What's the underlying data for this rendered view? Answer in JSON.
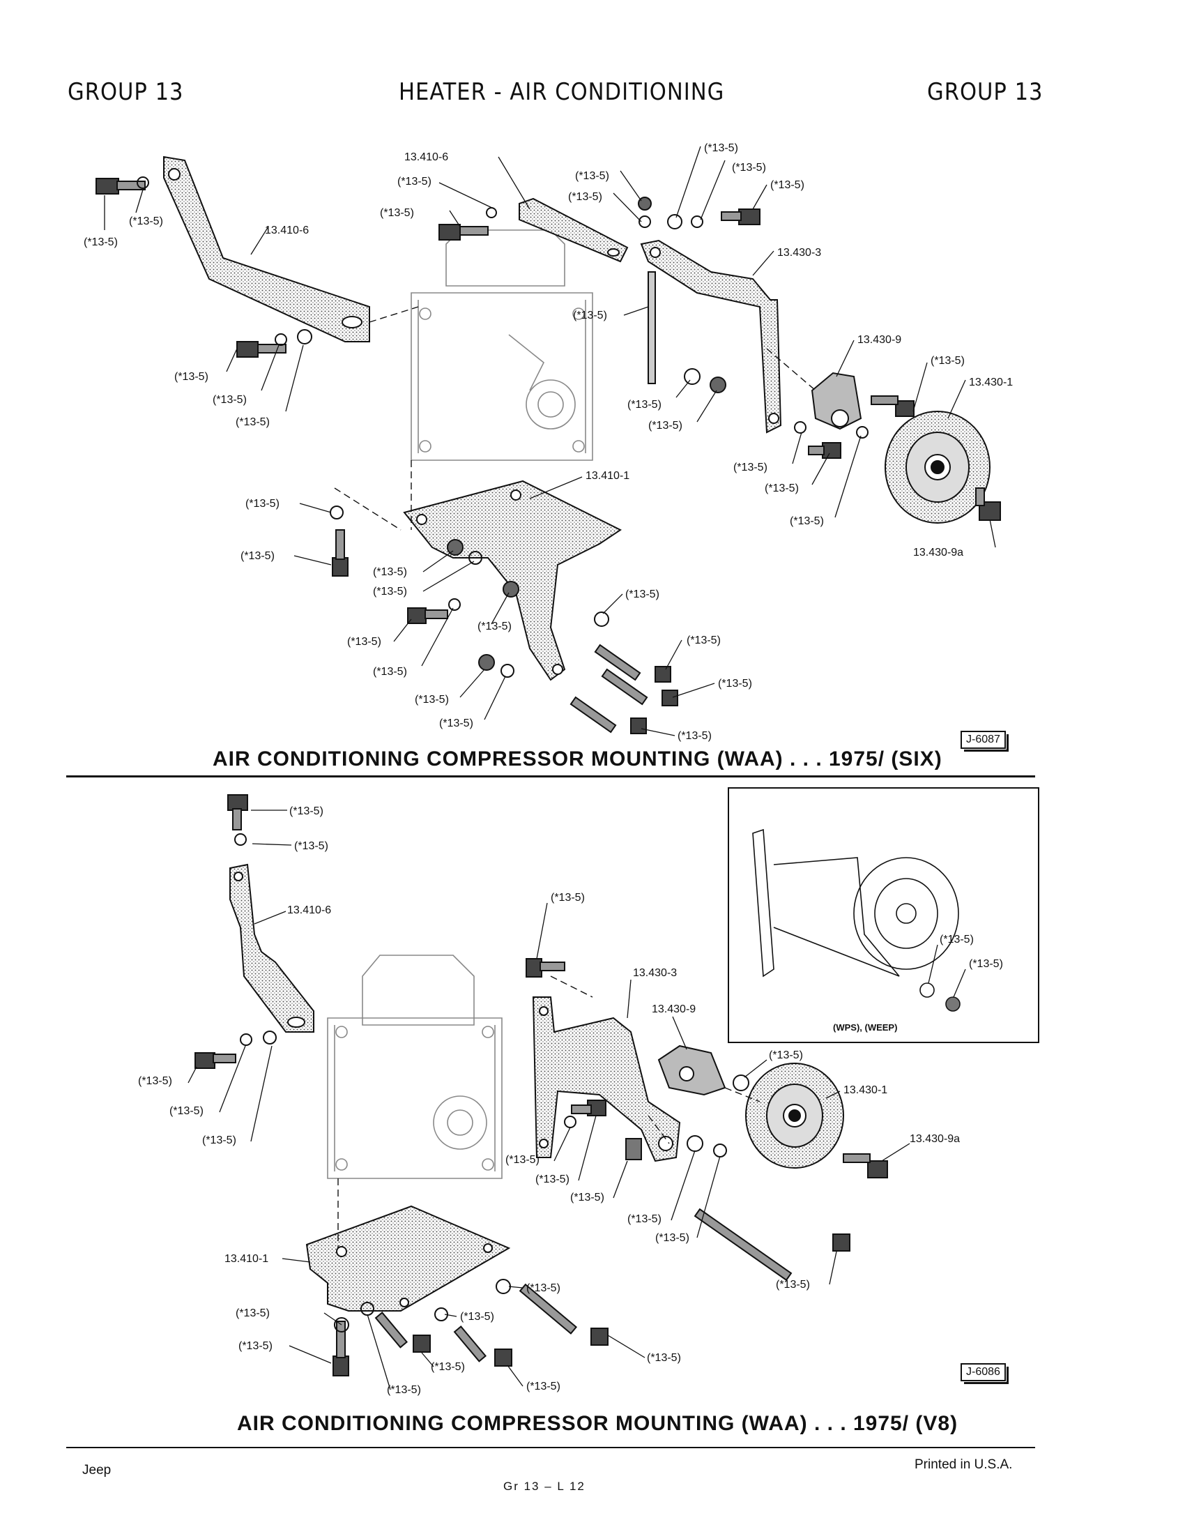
{
  "header": {
    "left": "GROUP 13",
    "center": "HEATER - AIR CONDITIONING",
    "right": "GROUP 13"
  },
  "diagram1": {
    "title": "AIR CONDITIONING COMPRESSOR MOUNTING (WAA) . . . 1975/ (SIX)",
    "ref": "J-6087",
    "labels": {
      "p13_410_6a": "13.410-6",
      "p13_410_6b": "13.410-6",
      "p13_430_3": "13.430-3",
      "p13_430_9": "13.430-9",
      "p13_430_1": "13.430-1",
      "p13_410_1": "13.410-1",
      "p13_430_9a": "13.430-9a",
      "generic": "(*13-5)"
    }
  },
  "diagram2": {
    "title": "AIR CONDITIONING COMPRESSOR MOUNTING (WAA) . . . 1975/ (V8)",
    "ref": "J-6086",
    "inset_caption": "(WPS), (WEEP)",
    "labels": {
      "p13_410_6": "13.410-6",
      "p13_430_3": "13.430-3",
      "p13_430_9": "13.430-9",
      "p13_430_1": "13.430-1",
      "p13_430_9a": "13.430-9a",
      "p13_410_1": "13.410-1",
      "generic": "(*13-5)"
    }
  },
  "footer": {
    "left": "Jeep",
    "center": "Gr 13 – L 12",
    "right": "Printed in U.S.A."
  }
}
